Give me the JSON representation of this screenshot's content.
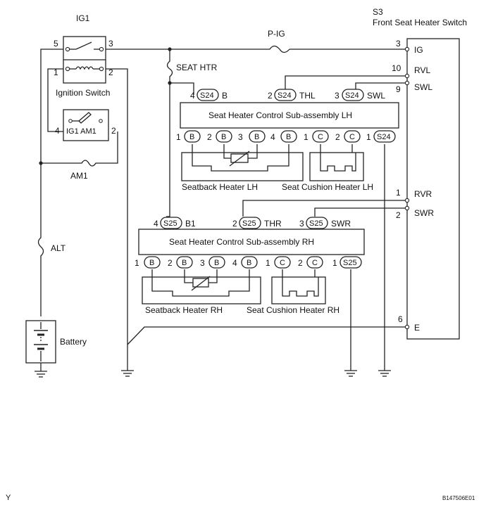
{
  "ig1": {
    "title": "IG1",
    "pins": [
      "5",
      "3",
      "1",
      "2"
    ],
    "label": "Ignition Switch",
    "lower": {
      "pin_left": "4",
      "pin_right": "2",
      "text": "IG1  AM1"
    }
  },
  "fuses": {
    "pig": "P-IG",
    "seat_htr": "SEAT HTR",
    "am1": "AM1",
    "alt": "ALT"
  },
  "battery": {
    "label": "Battery"
  },
  "switch": {
    "id": "S3",
    "title": "Front Seat Heater Switch",
    "pins": [
      {
        "num": "3",
        "name": "IG"
      },
      {
        "num": "10",
        "name": "RVL"
      },
      {
        "num": "9",
        "name": "SWL"
      },
      {
        "num": "1",
        "name": "RVR"
      },
      {
        "num": "2",
        "name": "SWR"
      },
      {
        "num": "6",
        "name": "E"
      }
    ]
  },
  "lh": {
    "title": "Seat Heater Control Sub-assembly LH",
    "connector": "S24",
    "top_pins": [
      {
        "num": "4",
        "name": "B"
      },
      {
        "num": "2",
        "name": "THL"
      },
      {
        "num": "3",
        "name": "SWL"
      }
    ],
    "bottom_pins": [
      {
        "num": "1",
        "letter": "B"
      },
      {
        "num": "2",
        "letter": "B"
      },
      {
        "num": "3",
        "letter": "B"
      },
      {
        "num": "4",
        "letter": "B"
      },
      {
        "num": "1",
        "letter": "C"
      },
      {
        "num": "2",
        "letter": "C"
      },
      {
        "num": "1",
        "letter": "S24"
      }
    ],
    "seatback": "Seatback Heater LH",
    "cushion": "Seat Cushion Heater LH"
  },
  "rh": {
    "title": "Seat Heater Control Sub-assembly RH",
    "connector": "S25",
    "top_pins": [
      {
        "num": "4",
        "name": "B1"
      },
      {
        "num": "2",
        "name": "THR"
      },
      {
        "num": "3",
        "name": "SWR"
      }
    ],
    "bottom_pins": [
      {
        "num": "1",
        "letter": "B"
      },
      {
        "num": "2",
        "letter": "B"
      },
      {
        "num": "3",
        "letter": "B"
      },
      {
        "num": "4",
        "letter": "B"
      },
      {
        "num": "1",
        "letter": "C"
      },
      {
        "num": "2",
        "letter": "C"
      },
      {
        "num": "1",
        "letter": "S25"
      }
    ],
    "seatback": "Seatback Heater RH",
    "cushion": "Seat Cushion Heater RH"
  },
  "footer": {
    "left": "Y",
    "code": "B147506E01"
  }
}
